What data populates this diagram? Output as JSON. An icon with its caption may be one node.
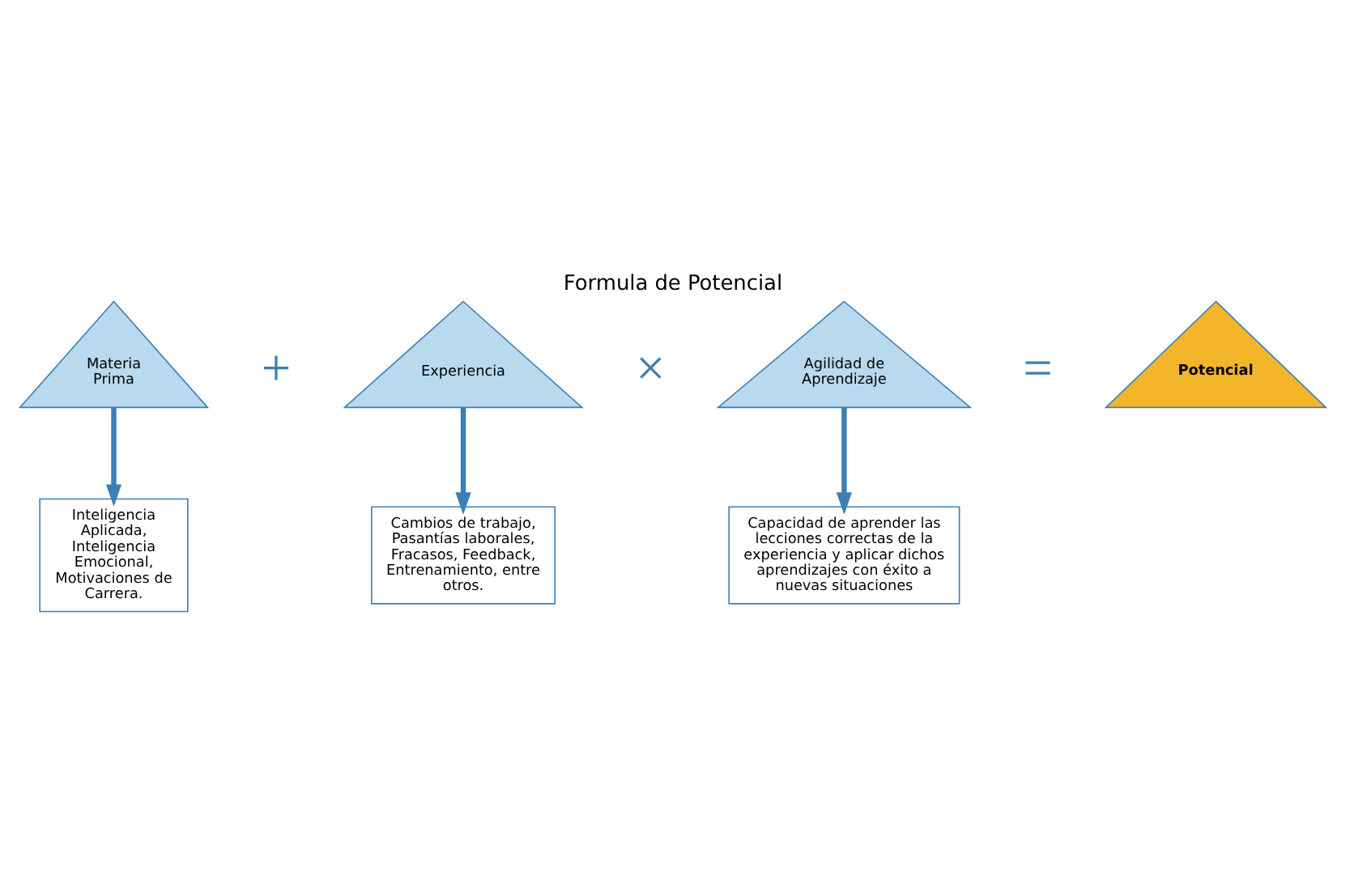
{
  "diagram": {
    "title": "Formula de Potencial",
    "nodes": [
      {
        "text": [
          "Materia Prima"
        ]
      },
      {
        "text": [
          "Experiencia"
        ]
      },
      {
        "text": [
          "Agilidad de Aprendizaje"
        ]
      },
      {
        "text": [
          "Potencial"
        ]
      },
      {
        "text": [
          "Inteligencia Aplicada, Inteligencia Emocional, Motivaciones de Carrera."
        ]
      },
      {
        "text": [
          "Cambios de trabajo, Pasantías laborales, Fracasos, Feedback, Entrenamiento, entre otros."
        ]
      },
      {
        "text": [
          "Capacidad de aprender las lecciones correctas de la experiencia y aplicar dichos aprendizajes con éxito a nuevas situaciones"
        ]
      }
    ],
    "edges": [
      {
        "from": 0,
        "to": 4,
        "arrow": "to"
      },
      {
        "from": 1,
        "to": 5,
        "arrow": "to"
      },
      {
        "from": 2,
        "to": 6,
        "arrow": "to"
      }
    ],
    "labels": [
      "+",
      "×",
      "="
    ]
  }
}
